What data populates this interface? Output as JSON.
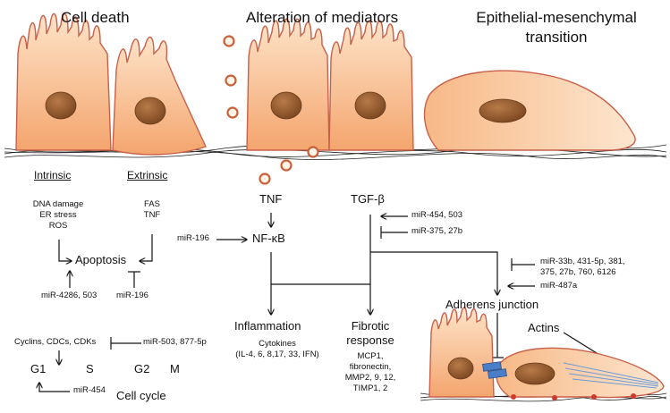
{
  "headers": {
    "cell_death": "Cell death",
    "alteration": "Alteration of mediators",
    "emt_line1": "Epithelial-mesenchymal",
    "emt_line2": "transition"
  },
  "apoptosis": {
    "intrinsic_label": "Intrinsic",
    "extrinsic_label": "Extrinsic",
    "intrinsic_causes": [
      "DNA damage",
      "ER stress",
      "ROS"
    ],
    "extrinsic_causes": [
      "FAS",
      "TNF"
    ],
    "apoptosis_label": "Apoptosis",
    "mir_promote": "miR-4286, 503",
    "mir_inhibit": "miR-196"
  },
  "cell_cycle": {
    "regulators": "Cyclins, CDCs, CDKs",
    "mir_inhibit": "miR-503, 877-5p",
    "phases": [
      "G1",
      "S",
      "G2",
      "M"
    ],
    "mir_g1": "miR-454",
    "label": "Cell cycle"
  },
  "mediators": {
    "tnf": "TNF",
    "tgfb": "TGF-β",
    "nfkb": "NF-κB",
    "mir_nfkb": "miR-196",
    "mir_tgfb_promote": "miR-454, 503",
    "mir_tgfb_inhibit": "miR-375, 27b"
  },
  "outcomes": {
    "inflammation": "Inflammation",
    "cytokines_line1": "Cytokines",
    "cytokines_line2": "(IL-4, 6, 8,17, 33, IFN)",
    "fibrotic_line1": "Fibrotic",
    "fibrotic_line2": "response",
    "fibrotic_items": [
      "MCP1,",
      "fibronectin,",
      "MMP2, 9, 12,",
      "TIMP1, 2"
    ]
  },
  "emt": {
    "mir_inhibit_line1": "miR-33b, 431-5p, 381,",
    "mir_inhibit_line2": "375, 27b, 760, 6126",
    "mir_promote": "miR-487a",
    "adherens": "Adherens junction",
    "actins": "Actins"
  },
  "colors": {
    "cell_fill": "#f6b27e",
    "cell_light": "#fbd9b8",
    "cell_stroke": "#c8604a",
    "nucleus": "#9a5a2c",
    "vesicle": "#c8603a",
    "junction": "#4a7ec8",
    "arrow": "#111111"
  }
}
